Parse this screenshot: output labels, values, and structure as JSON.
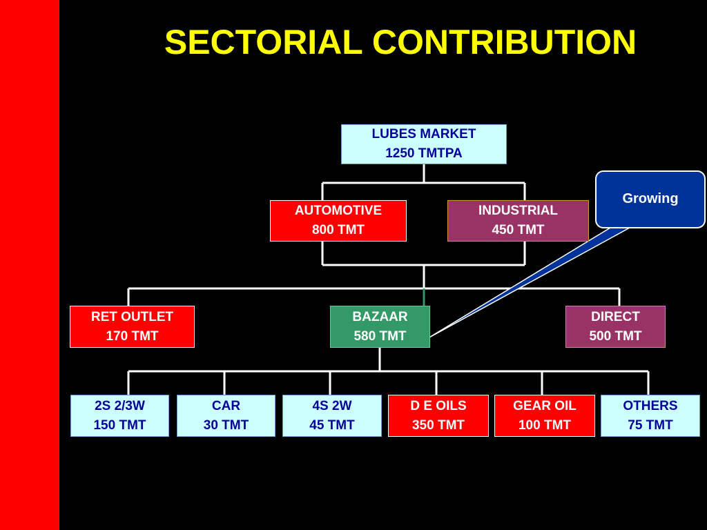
{
  "title": "SECTORIAL CONTRIBUTION",
  "colors": {
    "title": "#ffff00",
    "background": "#000000",
    "side_bar": "#ff0000",
    "connector": "#ffffff",
    "callout": "#003399"
  },
  "nodes": {
    "root": {
      "line1": "LUBES MARKET",
      "line2": "1250 TMTPA"
    },
    "automotive": {
      "line1": "AUTOMOTIVE",
      "line2": "800 TMT"
    },
    "industrial": {
      "line1": "INDUSTRIAL",
      "line2": "450 TMT"
    },
    "ret_outlet": {
      "line1": "RET OUTLET",
      "line2": "170 TMT"
    },
    "bazaar": {
      "line1": "BAZAAR",
      "line2": "580 TMT"
    },
    "direct": {
      "line1": "DIRECT",
      "line2": "500 TMT"
    },
    "leaves": [
      {
        "line1": "2S 2/3W",
        "line2": "150 TMT"
      },
      {
        "line1": "CAR",
        "line2": "30 TMT"
      },
      {
        "line1": "4S 2W",
        "line2": "45 TMT"
      },
      {
        "line1": "D E OILS",
        "line2": "350 TMT"
      },
      {
        "line1": "GEAR OIL",
        "line2": "100 TMT"
      },
      {
        "line1": "OTHERS",
        "line2": "75 TMT"
      }
    ]
  },
  "callout": {
    "text": "Growing",
    "points_to": "bazaar"
  }
}
